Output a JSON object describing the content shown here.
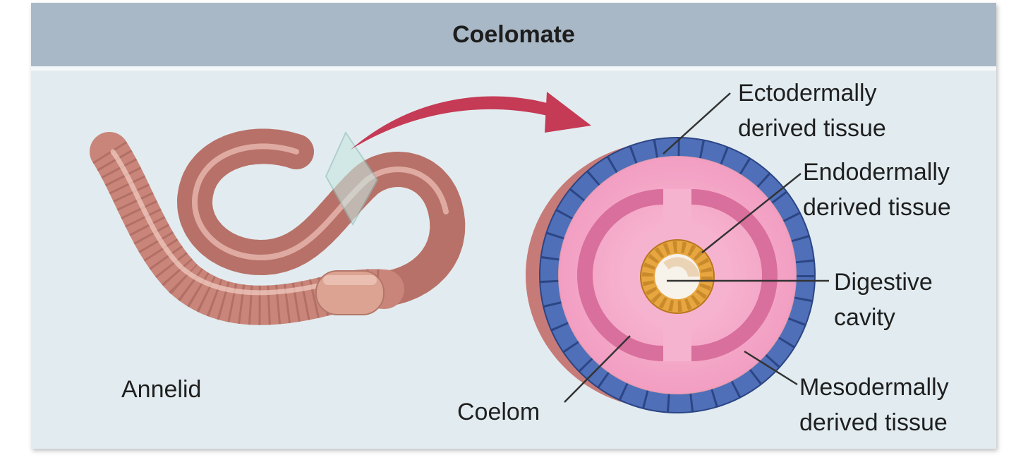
{
  "header": {
    "title": "Coelomate"
  },
  "labels": {
    "annelid": "Annelid",
    "coelom": "Coelom",
    "ectoderm_line1": "Ectodermally",
    "ectoderm_line2": "derived tissue",
    "endoderm_line1": "Endodermally",
    "endoderm_line2": "derived tissue",
    "digestive_line1": "Digestive",
    "digestive_line2": "cavity",
    "mesoderm_line1": "Mesodermally",
    "mesoderm_line2": "derived tissue"
  },
  "icons": {
    "worm": "earthworm-illustration",
    "arrow": "curved-arrow-icon",
    "section": "cross-section-illustration"
  },
  "colors": {
    "header_bg": "#a9b8c6",
    "panel_bg": "#e2ecf0",
    "worm": "#c98579",
    "arrow": "#c53a55",
    "ectoderm": "#4f6fb8",
    "mesoderm": "#f3a6c7",
    "endoderm": "#e8a640"
  }
}
